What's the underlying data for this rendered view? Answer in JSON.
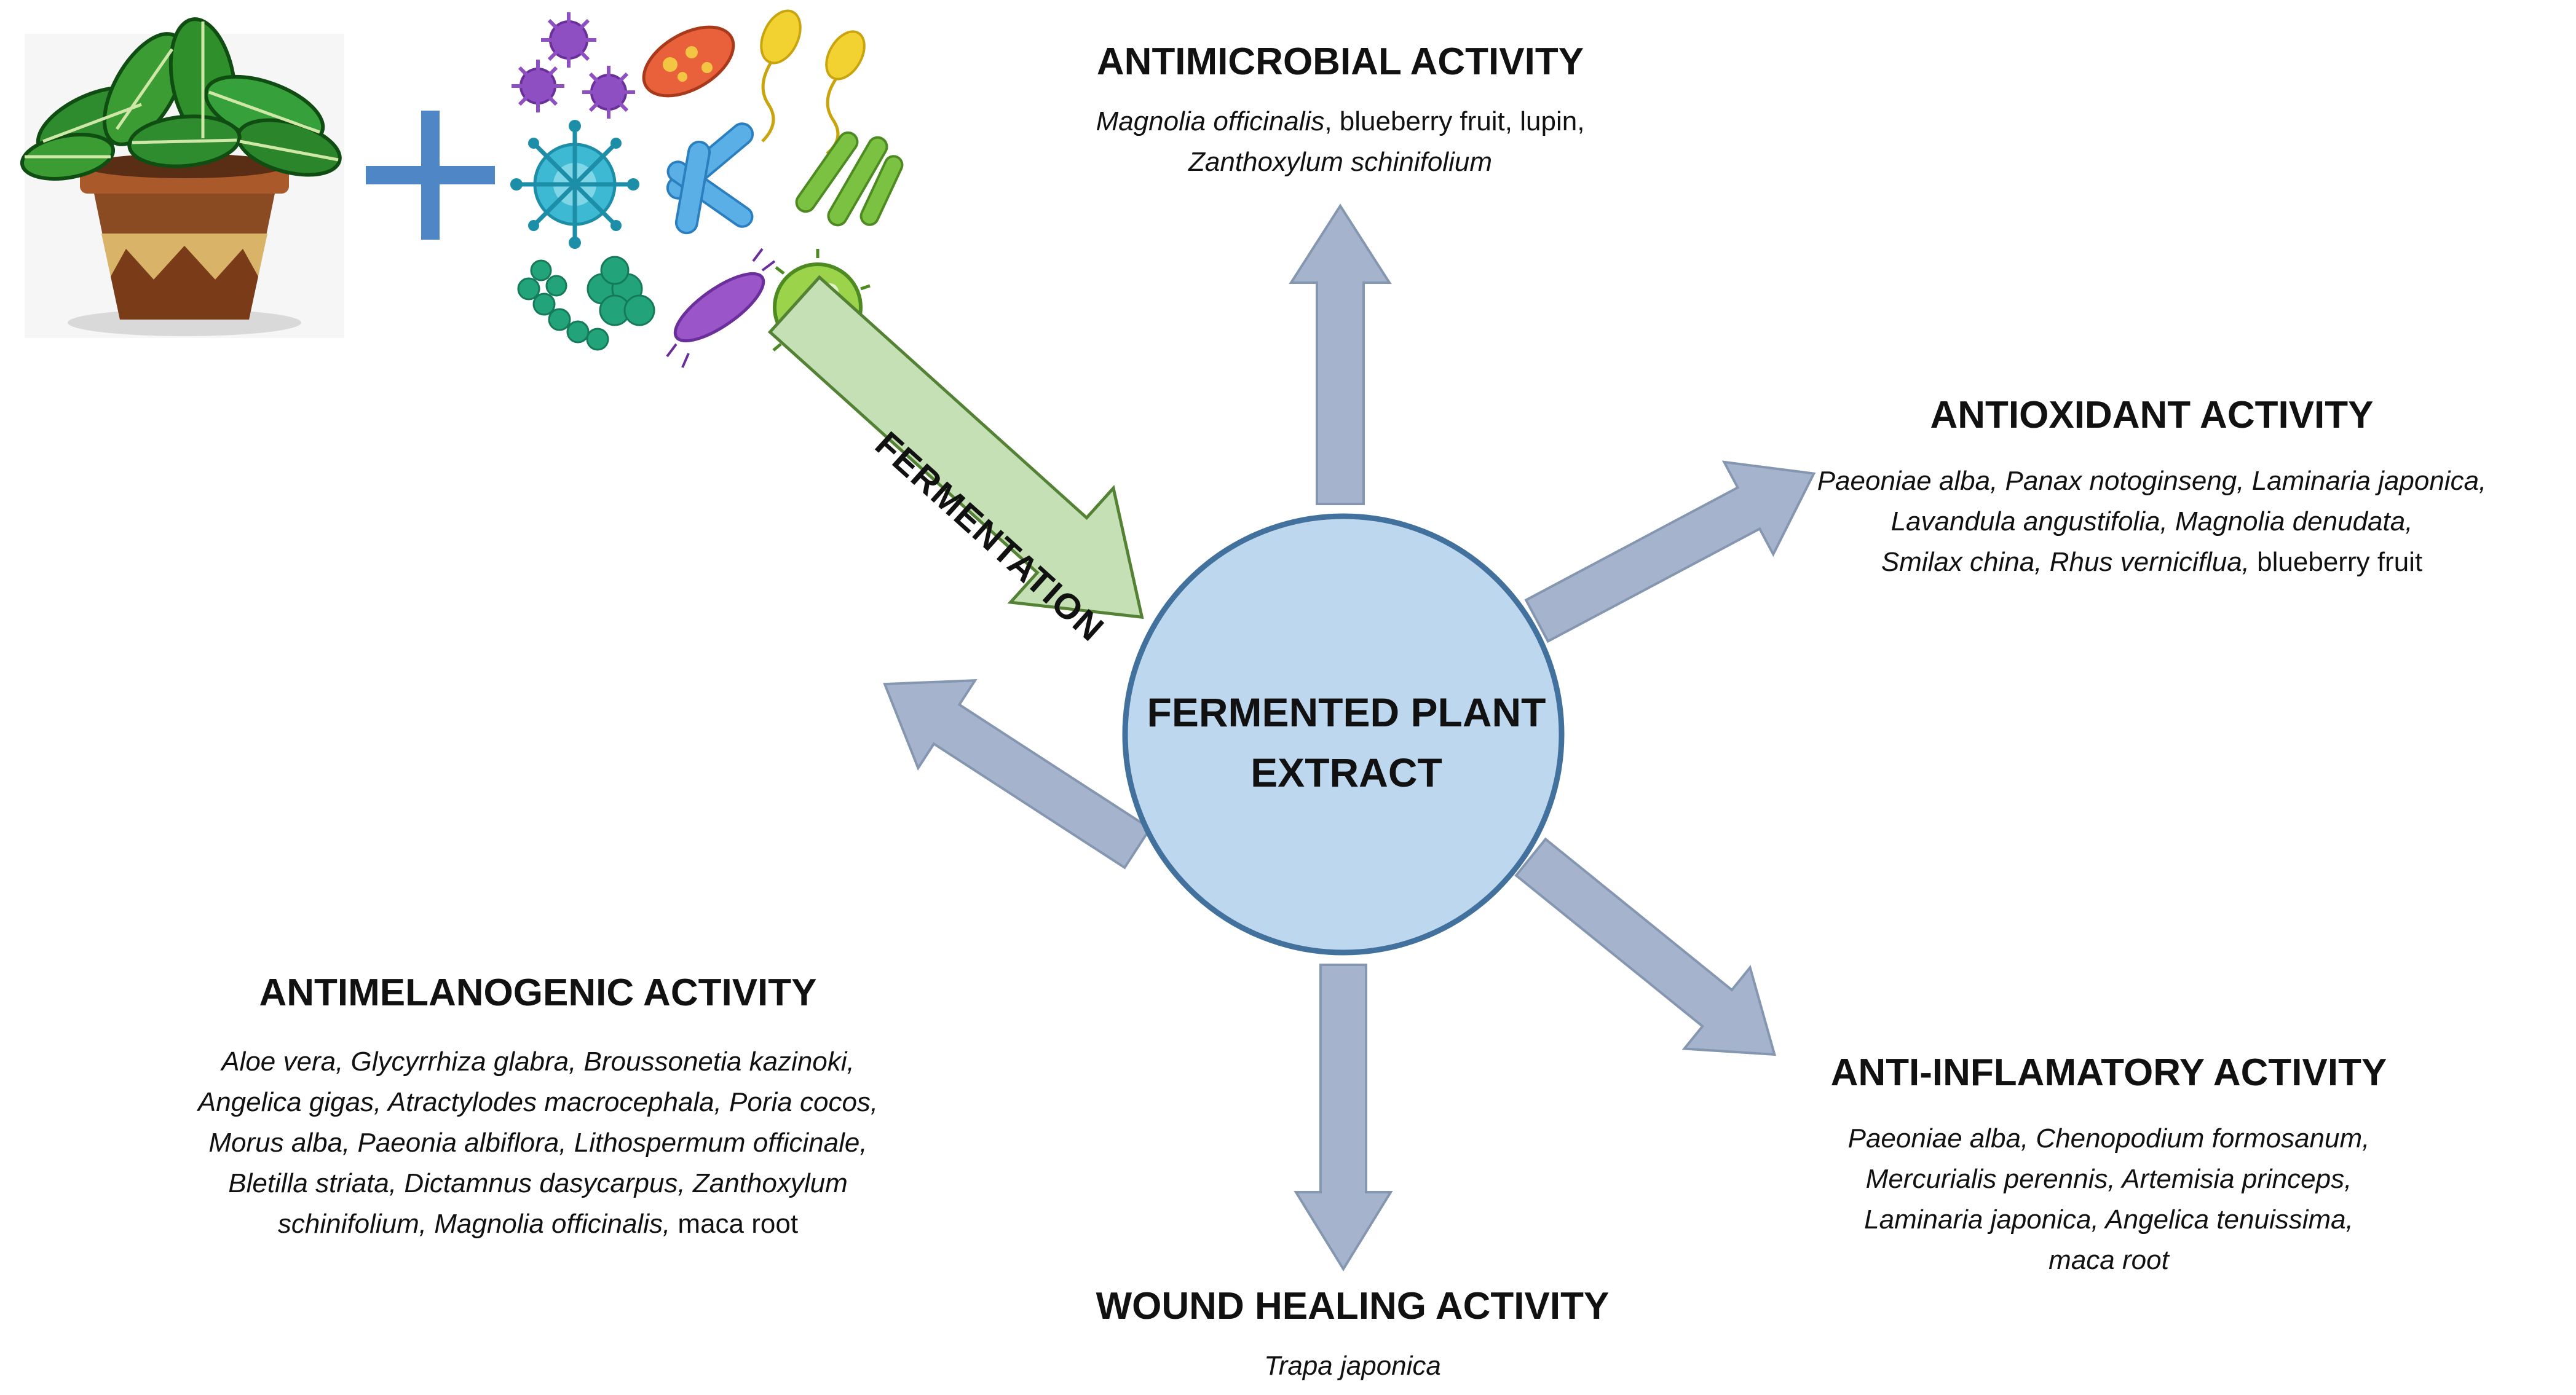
{
  "center": {
    "line1": "FERMENTED PLANT",
    "line2": "EXTRACT"
  },
  "fermentation_label": "FERMENTATION",
  "activities": {
    "antimicrobial": {
      "title": "ANTIMICROBIAL ACTIVITY",
      "lines": [
        [
          {
            "t": "Magnolia officinalis",
            "i": true
          },
          {
            "t": ", blueberry fruit, lupin,",
            "i": false
          }
        ],
        [
          {
            "t": "Zanthoxylum schinifolium",
            "i": true
          }
        ]
      ]
    },
    "antioxidant": {
      "title": "ANTIOXIDANT ACTIVITY",
      "lines": [
        [
          {
            "t": "Paeoniae alba, Panax notoginseng, Laminaria japonica,",
            "i": true
          }
        ],
        [
          {
            "t": "Lavandula angustifolia, Magnolia denudata,",
            "i": true
          }
        ],
        [
          {
            "t": "Smilax china, Rhus verniciflua,",
            "i": true
          },
          {
            "t": " blueberry fruit",
            "i": false
          }
        ]
      ]
    },
    "antimelanogenic": {
      "title": "ANTIMELANOGENIC ACTIVITY",
      "lines": [
        [
          {
            "t": "Aloe vera, Glycyrrhiza glabra, Broussonetia kazinoki,",
            "i": true
          }
        ],
        [
          {
            "t": "Angelica gigas, Atractylodes macrocephala, Poria cocos,",
            "i": true
          }
        ],
        [
          {
            "t": "Morus alba, Paeonia albiflora, Lithospermum officinale,",
            "i": true
          }
        ],
        [
          {
            "t": "Bletilla striata, Dictamnus dasycarpus, Zanthoxylum",
            "i": true
          }
        ],
        [
          {
            "t": "schinifolium, Magnolia officinalis,",
            "i": true
          },
          {
            "t": " maca root",
            "i": false
          }
        ]
      ]
    },
    "anti_inflammatory": {
      "title": "ANTI-INFLAMATORY ACTIVITY",
      "lines": [
        [
          {
            "t": "Paeoniae alba, Chenopodium formosanum,",
            "i": true
          }
        ],
        [
          {
            "t": "Mercurialis perennis, Artemisia princeps,",
            "i": true
          }
        ],
        [
          {
            "t": "Laminaria japonica, Angelica tenuissima,",
            "i": true
          }
        ],
        [
          {
            "t": "maca root",
            "i": true
          }
        ]
      ]
    },
    "wound_healing": {
      "title": "WOUND HEALING ACTIVITY",
      "lines": [
        [
          {
            "t": "Trapa japonica",
            "i": true
          }
        ]
      ]
    }
  },
  "icons": {
    "plant": "potted-plant-icon",
    "plus": "plus-icon",
    "microbes": "microorganisms-icon"
  },
  "colors": {
    "circle_fill": "#bdd7ee",
    "circle_stroke": "#41719c",
    "arrow_fill": "#a6b3cc",
    "arrow_stroke": "#8496b0",
    "fermentation_arrow": "#c5e0b4",
    "plus": "#4f86c6"
  }
}
